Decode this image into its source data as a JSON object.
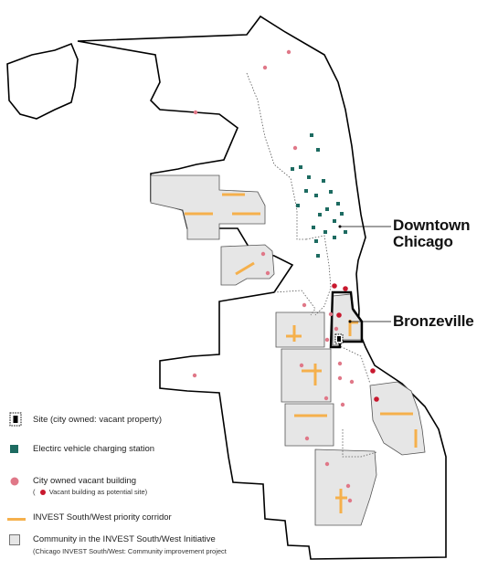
{
  "labels": {
    "downtown_line1": "Downtown",
    "downtown_line2": "Chicago",
    "bronzeville": "Bronzeville"
  },
  "legend": {
    "site": "Site (city owned: vacant property)",
    "ev": "Electirc vehicle charging station",
    "vacant": "City owned vacant building",
    "vacant_sub_prefix": "(",
    "vacant_sub": "Vacant building as potential site)",
    "corridor": "INVEST South/West priority corridor",
    "community": "Community in the INVEST South/West Initiative",
    "community_sub": "(Chicago INVEST South/West: Community improvement project"
  },
  "colors": {
    "outline": "#000000",
    "community_fill": "#e6e6e6",
    "corridor": "#f5b04c",
    "ev_station": "#1d6b61",
    "vacant_dot": "#e07888",
    "vacant_site_dot": "#c8182e"
  }
}
